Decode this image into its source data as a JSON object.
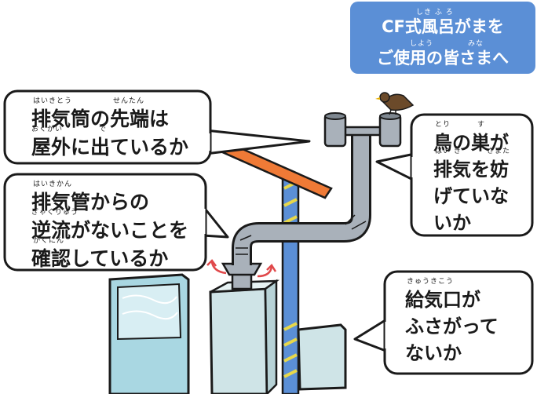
{
  "title": {
    "line1": "CF式風呂がまを",
    "line1_ruby": "しき ふ ろ",
    "line2": "ご使用の皆さまへ",
    "line2_ruby_1": "しよう",
    "line2_ruby_2": "みな"
  },
  "bubbles": {
    "chimney_tip": {
      "line1": "排気筒の先端は",
      "line1_ruby_1": "はいきとう",
      "line1_ruby_2": "せんたん",
      "line2": "屋外に出ているか",
      "line2_ruby_1": "おくがい",
      "line2_ruby_2": "で"
    },
    "backflow": {
      "line1": "排気管からの",
      "line1_ruby": "はいきかん",
      "line2": "逆流がないことを",
      "line2_ruby": "ぎゃくりゅう",
      "line3": "確認しているか",
      "line3_ruby": "かくにん"
    },
    "bird_nest": {
      "line1": "鳥の巣が",
      "line1_ruby_1": "とり",
      "line1_ruby_2": "す",
      "line2": "排気を妨",
      "line2_ruby_1": "はい き",
      "line2_ruby_2": "さまた",
      "line3": "げていな",
      "line4": "いか"
    },
    "air_intake": {
      "line1": "給気口が",
      "line1_ruby": "きゅうきこう",
      "line2": "ふさがって",
      "line3": "ないか"
    }
  },
  "colors": {
    "title_bg": "#5b8fd6",
    "pipe": "#a9b1ba",
    "roof": "#ef7a36",
    "pole": "#5b8fd6",
    "pole_stripe": "#e8d84a",
    "tub": "#a9d7e2",
    "heater": "#cfe4e7",
    "arrow": "#e0484a",
    "bird": "#6b4a2a"
  }
}
